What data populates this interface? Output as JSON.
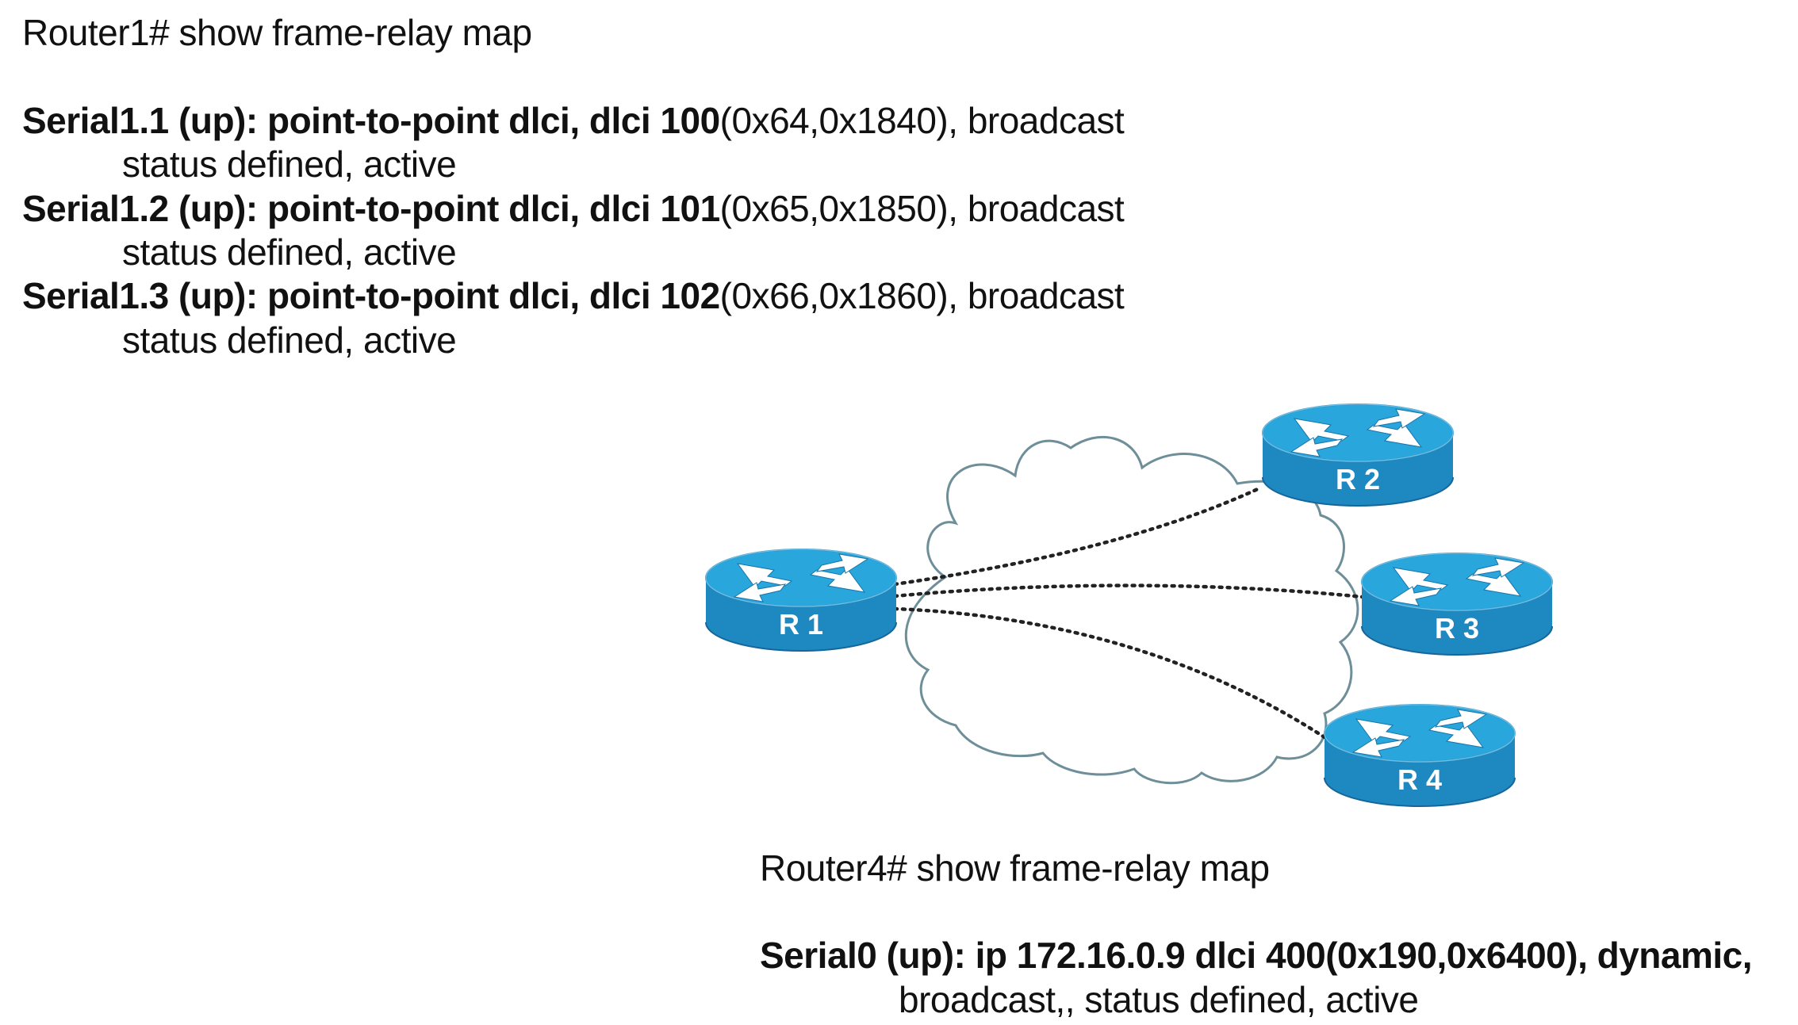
{
  "router1_output": {
    "command": "Router1# show frame-relay map",
    "entries": [
      {
        "bold": "Serial1.1 (up): point-to-point dlci, dlci 100",
        "rest": "(0x64,0x1840), broadcast",
        "status": "status defined, active"
      },
      {
        "bold": "Serial1.2 (up): point-to-point dlci, dlci 101",
        "rest": "(0x65,0x1850), broadcast",
        "status": "status defined, active"
      },
      {
        "bold": "Serial1.3 (up): point-to-point dlci, dlci 102",
        "rest": "(0x66,0x1860), broadcast",
        "status": "status defined, active"
      }
    ]
  },
  "router4_output": {
    "command": "Router4# show frame-relay map",
    "bold": "Serial0 (up): ip 172.16.0.9 dlci 400(0x190,0x6400), dynamic,",
    "status": "broadcast,, status defined, active"
  },
  "routers": {
    "r1": {
      "label": "R 1"
    },
    "r2": {
      "label": "R 2"
    },
    "r3": {
      "label": "R 3"
    },
    "r4": {
      "label": "R 4"
    }
  },
  "colors": {
    "router_top": "#29a6dc",
    "router_side": "#1e88c0",
    "router_edge": "#15669a",
    "cloud_stroke": "#6e8f99",
    "link": "#222222"
  }
}
